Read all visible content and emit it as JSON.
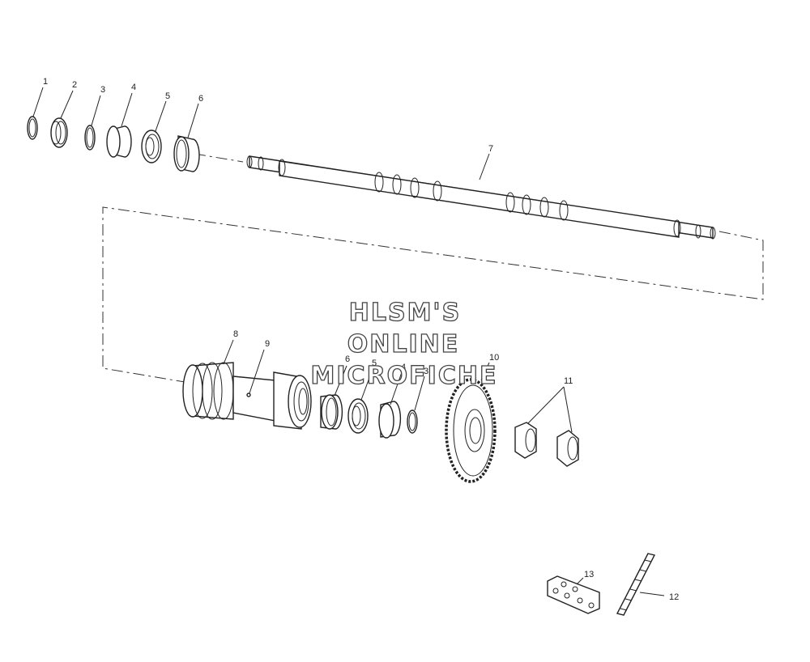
{
  "watermark": {
    "line1": "HLSM'S",
    "line2": "ONLINE",
    "line3": "MICROFICHE"
  },
  "callouts": [
    "1",
    "2",
    "3",
    "4",
    "5",
    "6",
    "7",
    "8",
    "9",
    "6",
    "5",
    "4",
    "3",
    "10",
    "11",
    "12",
    "13"
  ]
}
